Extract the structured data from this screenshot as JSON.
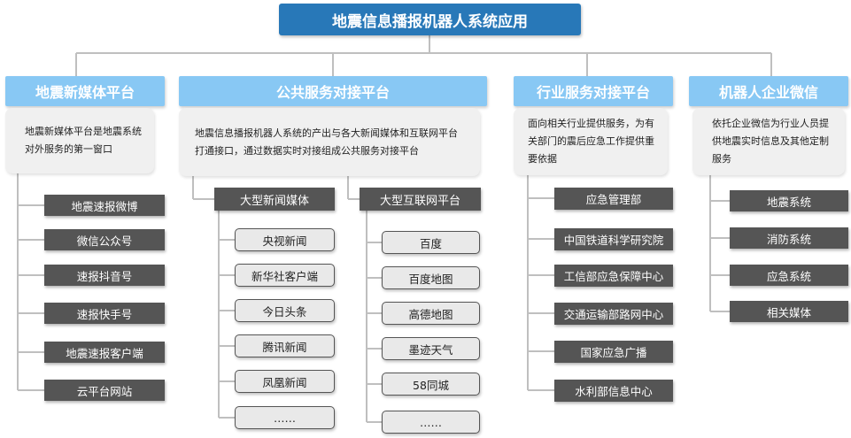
{
  "title": "地震信息播报机器人系统应用",
  "categories": [
    {
      "heading": "地震新媒体平台",
      "description": "地震新媒体平台是地震系统对外服务的第一窗口",
      "items": [
        "地震速报微博",
        "微信公众号",
        "速报抖音号",
        "速报快手号",
        "地震速报客户端",
        "云平台网站"
      ]
    },
    {
      "heading": "公共服务对接平台",
      "description": "地震信息播报机器人系统的产出与各大新闻媒体和互联网平台打通接口，通过数据实时对接组成公共服务对接平台",
      "groups": [
        {
          "heading": "大型新闻媒体",
          "items": [
            "央视新闻",
            "新华社客户端",
            "今日头条",
            "腾讯新闻",
            "凤凰新闻",
            "……"
          ]
        },
        {
          "heading": "大型互联网平台",
          "items": [
            "百度",
            "百度地图",
            "高德地图",
            "墨迹天气",
            "58同城",
            "……"
          ]
        }
      ]
    },
    {
      "heading": "行业服务对接平台",
      "description": "面向相关行业提供服务，为有关部门的震后应急工作提供重要依据",
      "items": [
        "应急管理部",
        "中国铁道科学研究院",
        "工信部应急保障中心",
        "交通运输部路网中心",
        "国家应急广播",
        "水利部信息中心"
      ]
    },
    {
      "heading": "机器人企业微信",
      "description": "依托企业微信为行业人员提供地震实时信息及其他定制服务",
      "items": [
        "地震系统",
        "消防系统",
        "应急系统",
        "相关媒体"
      ]
    }
  ],
  "colors": {
    "title_bg": "#2878b8",
    "heading_bg": "#88c8f4",
    "dark_box_bg": "#555555",
    "light_box_bg": "#e9e9e9",
    "desc_bg": "#f0f0f0",
    "connector": "#bfbfbf"
  }
}
